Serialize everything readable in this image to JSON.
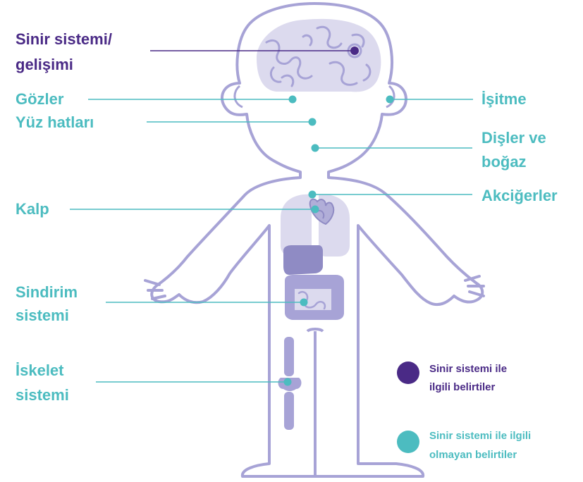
{
  "colors": {
    "nervous": "#4a2a86",
    "non_nervous": "#4cbcc0",
    "outline": "#a7a3d6",
    "organ_light": "#dcdaee",
    "organ_mid": "#b1aed8",
    "organ_dark": "#8f8bc4"
  },
  "labels": {
    "nervous_system": [
      "Sinir sistemi/",
      "gelişimi"
    ],
    "eyes": "Gözler",
    "face": "Yüz hatları",
    "heart": "Kalp",
    "digestive": [
      "Sindirim",
      "sistemi"
    ],
    "skeletal": [
      "İskelet",
      "sistemi"
    ],
    "hearing": "İşitme",
    "teeth": [
      "Dişler ve",
      "boğaz"
    ],
    "lungs": "Akciğerler"
  },
  "legend": {
    "nervous": [
      "Sinir sistemi ile",
      "ilgili belirtiler"
    ],
    "non_nervous": [
      "Sinir sistemi ile ilgili",
      "olmayan belirtiler"
    ]
  }
}
